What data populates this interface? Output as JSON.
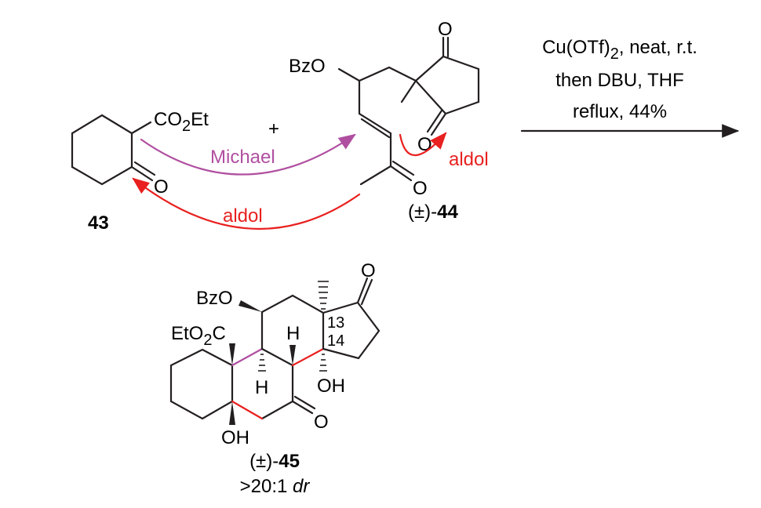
{
  "reactant_1": {
    "id": "43",
    "substituent": "CO",
    "substituent_sub": "2",
    "substituent_tail": "Et",
    "carbonyl_o": "O"
  },
  "plus": "+",
  "reactant_2": {
    "id_prefix": "(±)-",
    "id": "44",
    "bzo": "BzO",
    "oxygens": [
      "O",
      "O",
      "O"
    ]
  },
  "arrows": {
    "michael": "Michael",
    "aldol_1": "aldol",
    "aldol_2": "aldol"
  },
  "conditions": {
    "line1_a": "Cu(OTf)",
    "line1_sub": "2",
    "line1_b": ", neat, r.t.",
    "line2": "then DBU, THF",
    "line3": "reflux, 44%"
  },
  "product": {
    "id_prefix": "(±)-",
    "id": "45",
    "dr_value": ">20:1 ",
    "dr_unit": "dr",
    "bzo": "BzO",
    "ester_a": "EtO",
    "ester_sub": "2",
    "ester_b": "C",
    "h_top": "H",
    "h_bottom": "H",
    "oh_c14": "OH",
    "oh_c5": "OH",
    "o_ketone_c7": "O",
    "o_ketone_c17": "O",
    "label_13": "13",
    "label_14": "14"
  },
  "colors": {
    "michael": "#b04fa0",
    "aldol": "#e8201f",
    "bond": "#231f20"
  }
}
